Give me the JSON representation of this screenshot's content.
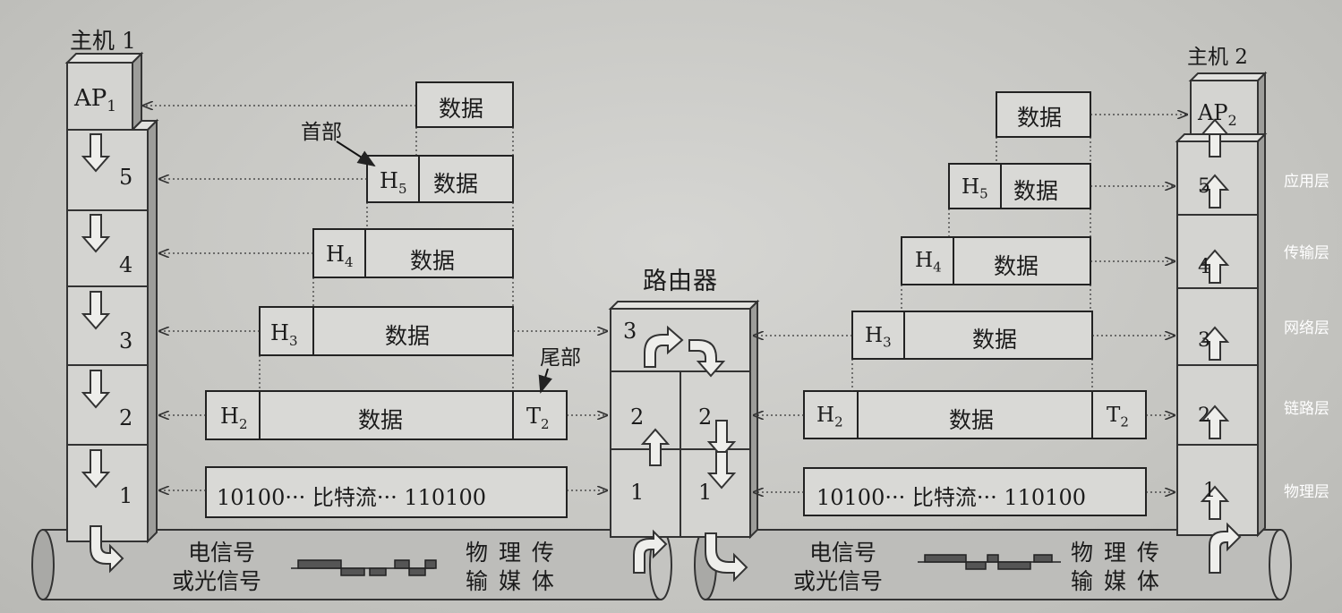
{
  "host1_label": "主机 1",
  "host2_label": "主机 2",
  "router_label": "路由器",
  "ap1": "AP",
  "ap1_sub": "1",
  "ap2": "AP",
  "ap2_sub": "2",
  "layer_numbers": [
    "5",
    "4",
    "3",
    "2",
    "1"
  ],
  "router_layer_numbers": {
    "l3": "3",
    "l2a": "2",
    "l2b": "2",
    "l1a": "1",
    "l1b": "1"
  },
  "data_word": "数据",
  "header_callout": "首部",
  "trailer_callout": "尾部",
  "h5": "H",
  "h5_sub": "5",
  "h4": "H",
  "h4_sub": "4",
  "h3": "H",
  "h3_sub": "3",
  "h2": "H",
  "h2_sub": "2",
  "t2": "T",
  "t2_sub": "2",
  "bitstream": "10100··· 比特流··· 110100",
  "medium_left_1": "电信号",
  "medium_left_2": "或光信号",
  "medium_right_1": "物 理 传",
  "medium_right_2": "输 媒 体",
  "side_labels": [
    "应用层",
    "传输层",
    "网络层",
    "链路层",
    "物理层"
  ]
}
